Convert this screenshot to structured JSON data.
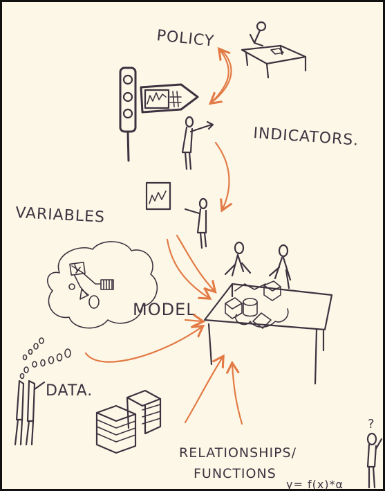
{
  "labels": {
    "policy": "POLICY",
    "indicators": "INDICATORS.",
    "variables": "VARIABLES",
    "model": "MODEL",
    "data": "DATA.",
    "relationships": "RELATIONSHIPS/",
    "functions": "FUNCTIONS",
    "formula": "y= f(x)*α",
    "question": "?"
  },
  "colors": {
    "ink": "#3b3440",
    "arrow": "#e27a45",
    "paper": "#fdf7e7",
    "frame": "#111111"
  }
}
